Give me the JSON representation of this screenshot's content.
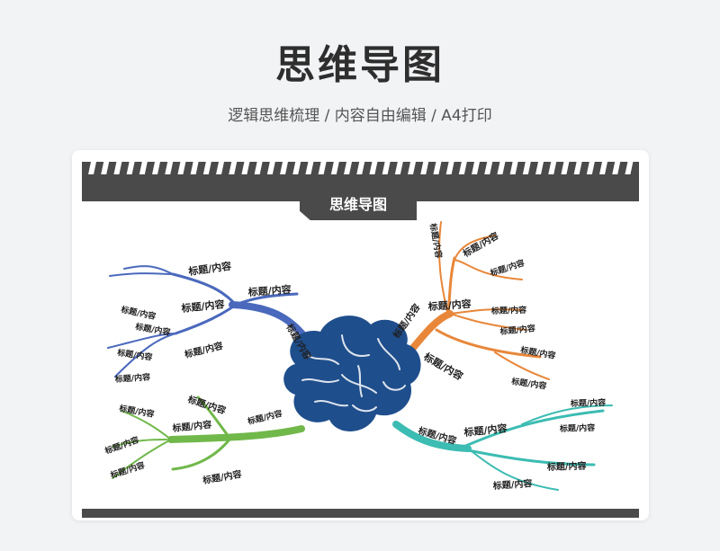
{
  "header": {
    "title": "思维导图",
    "subtitle": "逻辑思维梳理  /  内容自由编辑  /  A4打印"
  },
  "card": {
    "title": "思维导图",
    "node_label": "标题/内容"
  },
  "colors": {
    "blue": "#4a69bd",
    "orange": "#e8873a",
    "green": "#71b84a",
    "teal": "#3cbcb2",
    "brain": "#1f4e8c",
    "dark_bar": "#4a4a4a"
  },
  "icons": [
    "brain-icon"
  ]
}
